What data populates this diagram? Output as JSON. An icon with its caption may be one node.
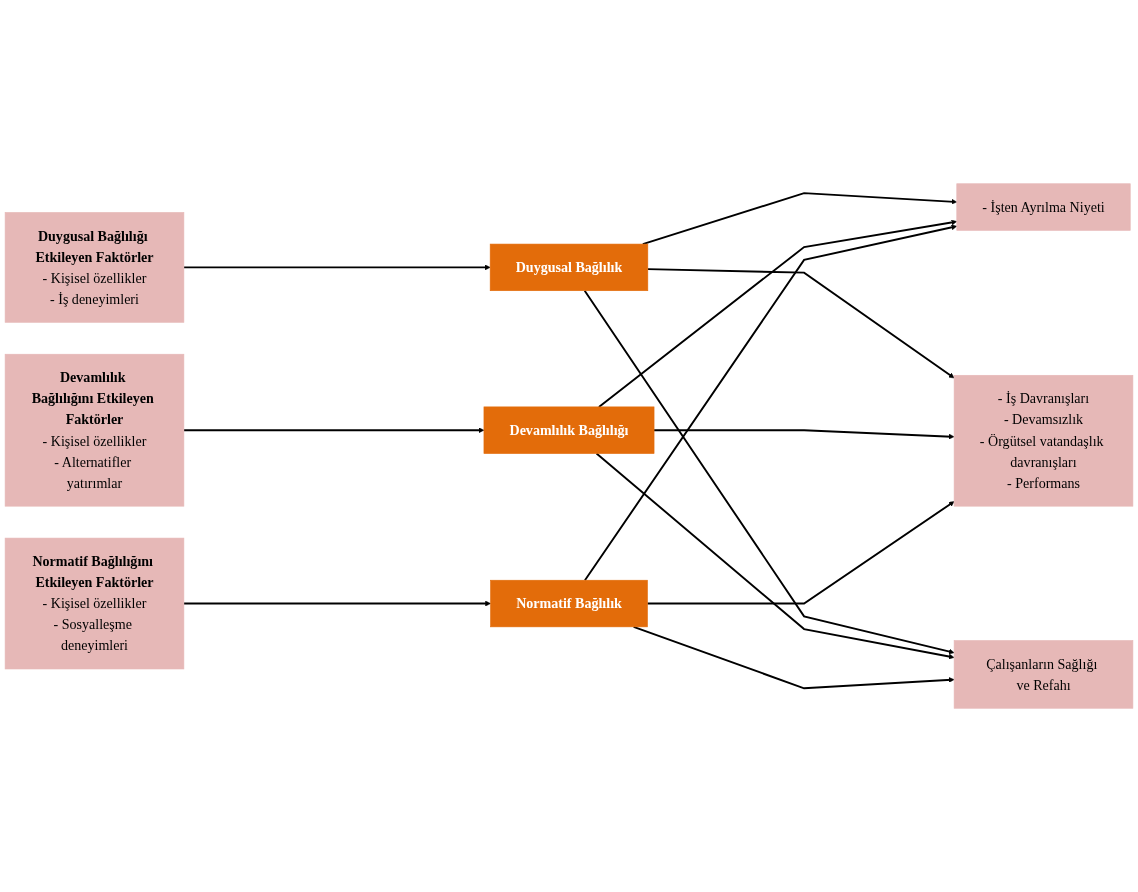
{
  "diagram": {
    "nodes": [
      {
        "text": [
          "Duygusal Bağlılığı Etkileyen Faktörler",
          "- Kişisel özellikler",
          "- İş deneyimleri"
        ]
      },
      {
        "text": [
          "Duygusal Bağlılık"
        ]
      },
      {
        "text": [
          "- İşten Ayrılma Niyeti"
        ]
      },
      {
        "text": [
          "Devamlılık Bağlılığını Etkileyen Faktörler",
          "- Kişisel özellikler",
          "- Alternatifler yatırımlar"
        ]
      },
      {
        "text": [
          "Devamlılık Bağlılığı"
        ]
      },
      {
        "text": [
          "- İş Davranışları",
          "- Devamsızlık",
          "- Örgütsel vatandaşlık davranışları",
          "- Performans"
        ]
      },
      {
        "text": [
          "Normatif Bağlılığını Etkileyen Faktörler",
          "- Kişisel özellikler",
          "- Sosyalleşme deneyimleri"
        ]
      },
      {
        "text": [
          "Normatif Bağlılık"
        ]
      },
      {
        "text": [
          "Çalışanların Sağlığı ve Refahı"
        ]
      }
    ],
    "edges": [
      {
        "from": 0,
        "to": 1,
        "arrow": "to"
      },
      {
        "from": 3,
        "to": 4,
        "arrow": "to"
      },
      {
        "from": 6,
        "to": 7,
        "arrow": "to"
      },
      {
        "from": 1,
        "to": 2,
        "arrow": "to"
      },
      {
        "from": 1,
        "to": 5,
        "arrow": "to"
      },
      {
        "from": 1,
        "to": 8,
        "arrow": "to"
      },
      {
        "from": 4,
        "to": 2,
        "arrow": "to"
      },
      {
        "from": 4,
        "to": 5,
        "arrow": "to"
      },
      {
        "from": 4,
        "to": 8,
        "arrow": "to"
      },
      {
        "from": 7,
        "to": 2,
        "arrow": "to"
      },
      {
        "from": 7,
        "to": 5,
        "arrow": "to"
      },
      {
        "from": 7,
        "to": 8,
        "arrow": "to"
      }
    ]
  }
}
